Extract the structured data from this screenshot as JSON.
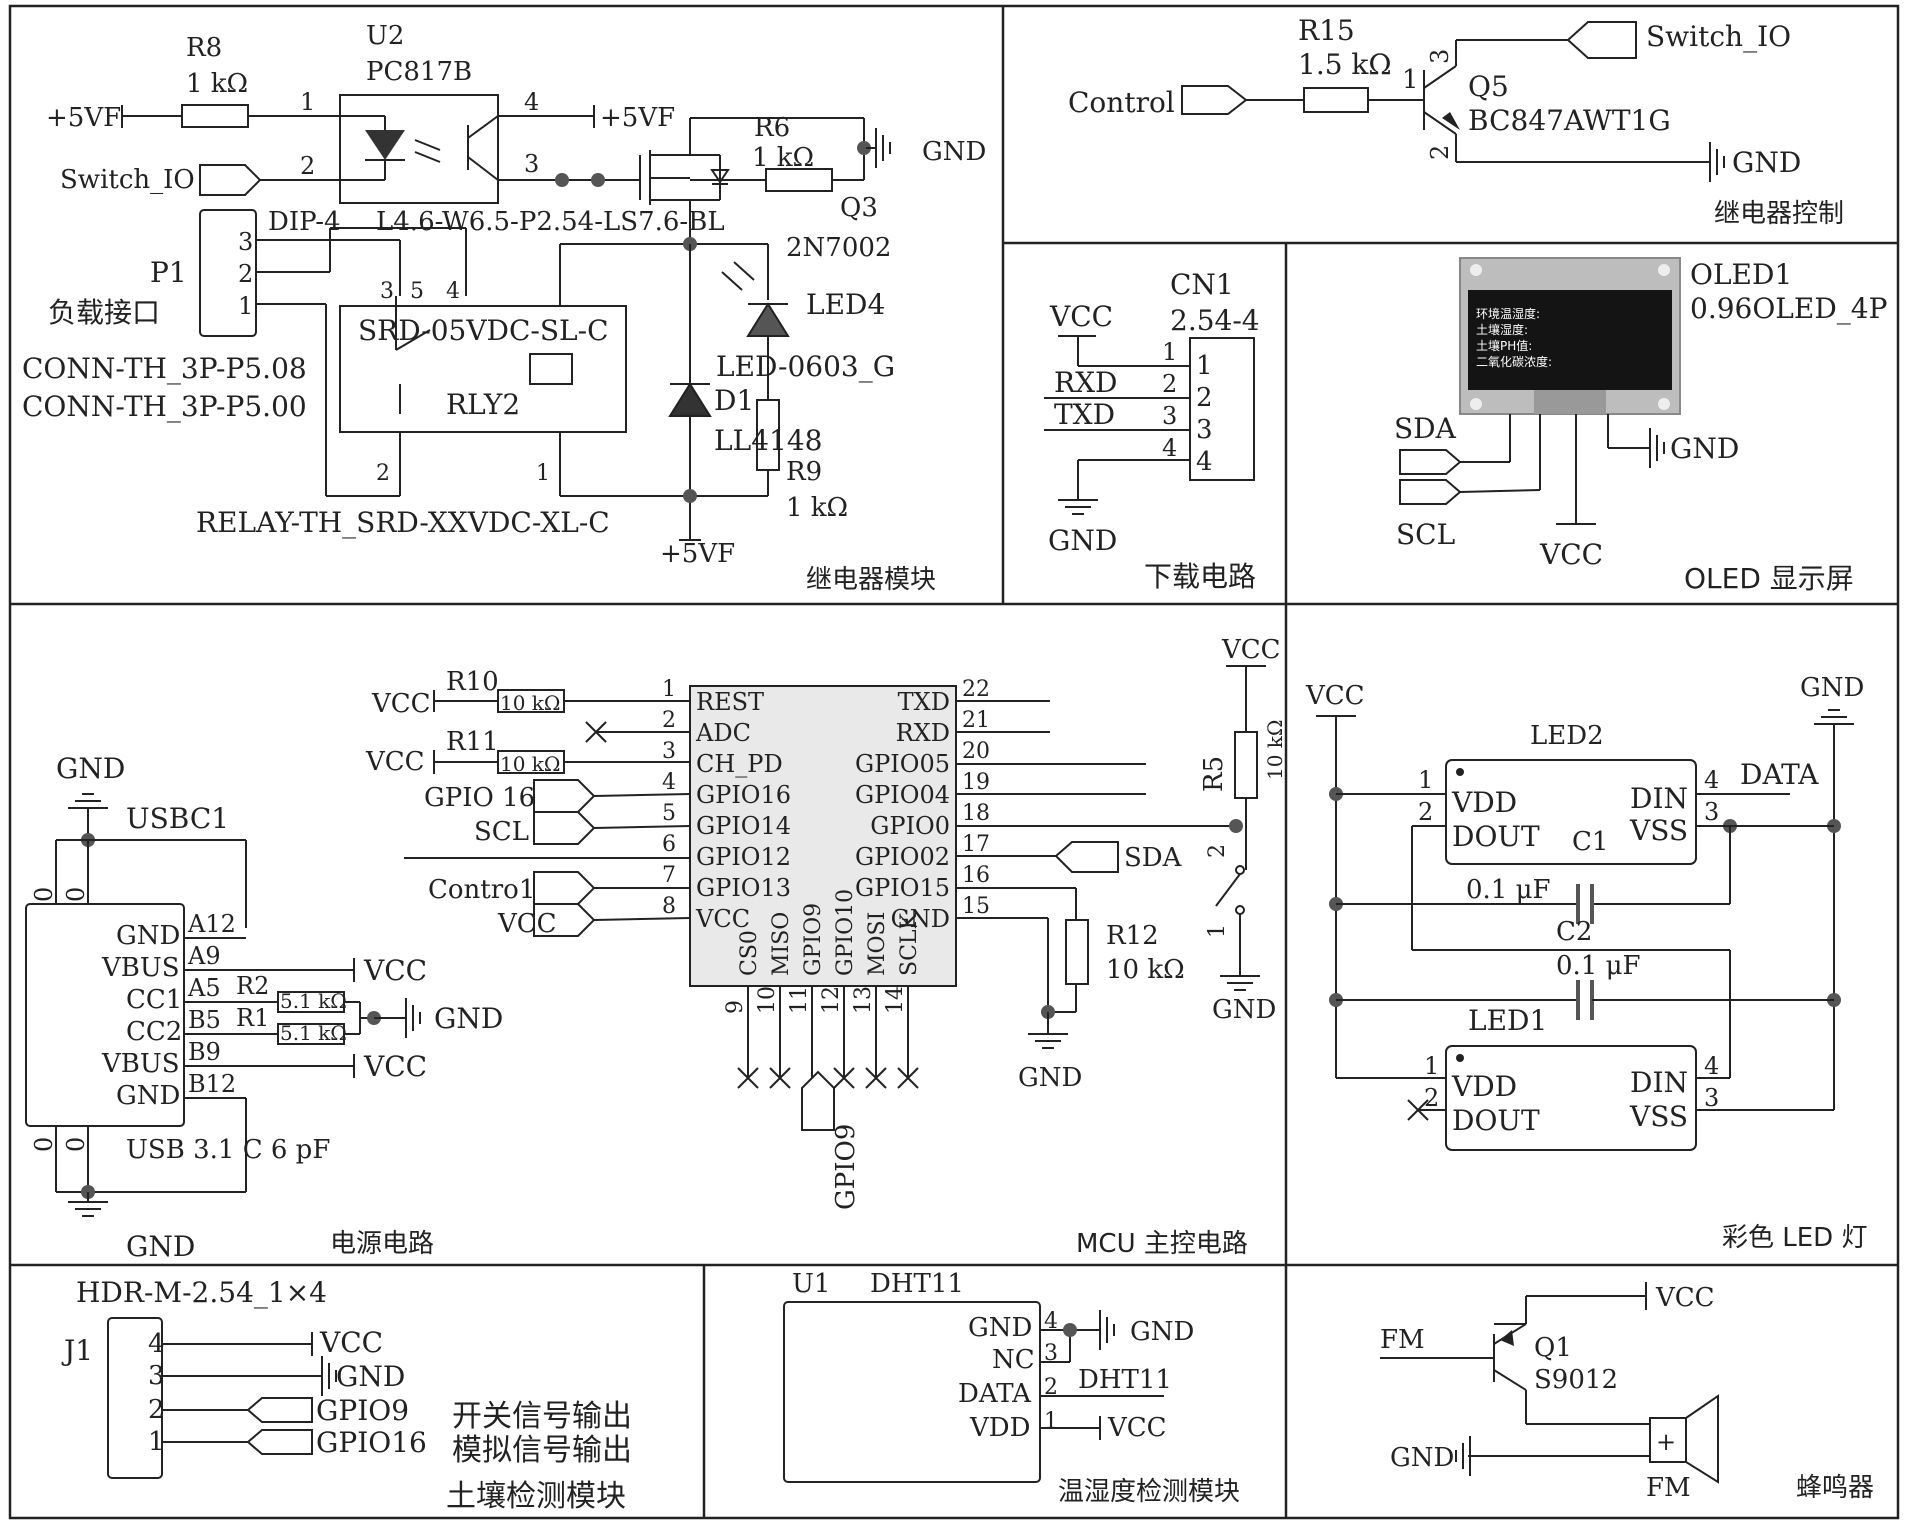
{
  "sections": {
    "relay": "继电器模块",
    "relay_ctrl": "继电器控制",
    "download": "下载电路",
    "oled": "OLED 显示屏",
    "power": "电源电路",
    "mcu": "MCU 主控电路",
    "led": "彩色 LED 灯",
    "soil": "土壤检测模块",
    "dht": "温湿度检测模块",
    "buzzer": "蜂鸣器"
  },
  "relay": {
    "r8": "R8",
    "r8_val": "1 kΩ",
    "u2": "U2",
    "u2_part": "PC817B",
    "plus5vf": "+5VF",
    "switch_io": "Switch_IO",
    "gnd": "GND",
    "dip": "DIP-4",
    "pkg": "L4.6-W6.5-P2.54-LS7.6-BL",
    "r6": "R6",
    "r6_val": "1 kΩ",
    "q3": "Q3",
    "q3_part": "2N7002",
    "led4": "LED4",
    "led4_part": "LED-0603_G",
    "d1": "D1",
    "d1_part": "LL4148",
    "r9": "R9",
    "r9_val": "1 kΩ",
    "p1": "P1",
    "p1_name": "负载接口",
    "conn1": "CONN-TH_3P-P5.08",
    "conn2": "CONN-TH_3P-P5.00",
    "relay_part": "SRD-05VDC-SL-C",
    "rly2": "RLY2",
    "relay_fp": "RELAY-TH_SRD-XXVDC-XL-C",
    "pins": [
      "1",
      "2",
      "3",
      "4",
      "5"
    ]
  },
  "relay_ctrl": {
    "r15": "R15",
    "r15_val": "1.5 kΩ",
    "control": "Control",
    "switch_io": "Switch_IO",
    "q5": "Q5",
    "q5_part": "BC847AWT1G",
    "gnd": "GND",
    "pins": [
      "1",
      "2",
      "3"
    ]
  },
  "download": {
    "cn1": "CN1",
    "cn1_part": "2.54-4",
    "vcc": "VCC",
    "rxd": "RXD",
    "txd": "TXD",
    "gnd": "GND",
    "pins": [
      "1",
      "2",
      "3",
      "4"
    ]
  },
  "oled": {
    "name": "OLED1",
    "part": "0.96OLED_4P",
    "sda": "SDA",
    "scl": "SCL",
    "gnd": "GND",
    "vcc": "VCC",
    "screen_lines": [
      "环境温湿度:",
      "土壤湿度:",
      "土壤PH值:",
      "二氧化碳浓度:"
    ]
  },
  "power": {
    "gnd": "GND",
    "usbc1": "USBC1",
    "vcc": "VCC",
    "pins_left": [
      "GND",
      "VBUS",
      "CC1",
      "CC2",
      "VBUS",
      "GND"
    ],
    "pins_num": [
      "A12",
      "A9",
      "A5",
      "B5",
      "B9",
      "B12"
    ],
    "r2": "R2",
    "r1": "R1",
    "r_val": "5.1 kΩ",
    "part": "USB 3.1 C 6 pF",
    "zero": "0"
  },
  "mcu": {
    "r10": "R10",
    "r11": "R11",
    "r12": "R12",
    "r5": "R5",
    "r10k": "10 kΩ",
    "r12_val": "10 kΩ",
    "vcc": "VCC",
    "gnd": "GND",
    "left_nets": [
      "GPIO 16",
      "SCL",
      "Contro1",
      "VCC"
    ],
    "left_pins": [
      "REST",
      "ADC",
      "CH_PD",
      "GPIO16",
      "GPIO14",
      "GPIO12",
      "GPIO13",
      "VCC"
    ],
    "left_nums": [
      "1",
      "2",
      "3",
      "4",
      "5",
      "6",
      "7",
      "8"
    ],
    "right_pins": [
      "TXD",
      "RXD",
      "GPIO05",
      "GPIO04",
      "GPIO0",
      "GPIO02",
      "GPIO15",
      "GND"
    ],
    "right_nums": [
      "22",
      "21",
      "20",
      "19",
      "18",
      "17",
      "16",
      "15"
    ],
    "bottom_pins": [
      "CS0",
      "MISO",
      "GPIO9",
      "GPIO10",
      "MOSI",
      "SCLK"
    ],
    "bottom_nums": [
      "9",
      "10",
      "11",
      "12",
      "13",
      "14"
    ],
    "sda": "SDA",
    "gpio9": "GPIO9",
    "sw_pins": [
      "2",
      "1"
    ]
  },
  "led": {
    "vcc": "VCC",
    "gnd": "GND",
    "led2": "LED2",
    "led1": "LED1",
    "vdd": "VDD",
    "dout": "DOUT",
    "din": "DIN",
    "vss": "VSS",
    "data": "DATA",
    "c1": "C1",
    "c2": "C2",
    "cap_val": "0.1 μF",
    "pins": [
      "1",
      "2",
      "3",
      "4"
    ]
  },
  "soil": {
    "hdr": "HDR-M-2.54_1×4",
    "j1": "J1",
    "nets": [
      "VCC",
      "GND",
      "GPIO9",
      "GPIO16"
    ],
    "pins": [
      "4",
      "3",
      "2",
      "1"
    ],
    "note1": "开关信号输出",
    "note2": "模拟信号输出"
  },
  "dht": {
    "u1": "U1",
    "part": "DHT11",
    "pins": [
      "GND",
      "NC",
      "DATA",
      "VDD"
    ],
    "nums": [
      "4",
      "3",
      "2",
      "1"
    ],
    "gnd": "GND",
    "net": "DHT11",
    "vcc": "VCC"
  },
  "buzzer": {
    "vcc": "VCC",
    "fm": "FM",
    "q1": "Q1",
    "q1_part": "S9012",
    "gnd": "GND",
    "fm_label": "FM"
  }
}
